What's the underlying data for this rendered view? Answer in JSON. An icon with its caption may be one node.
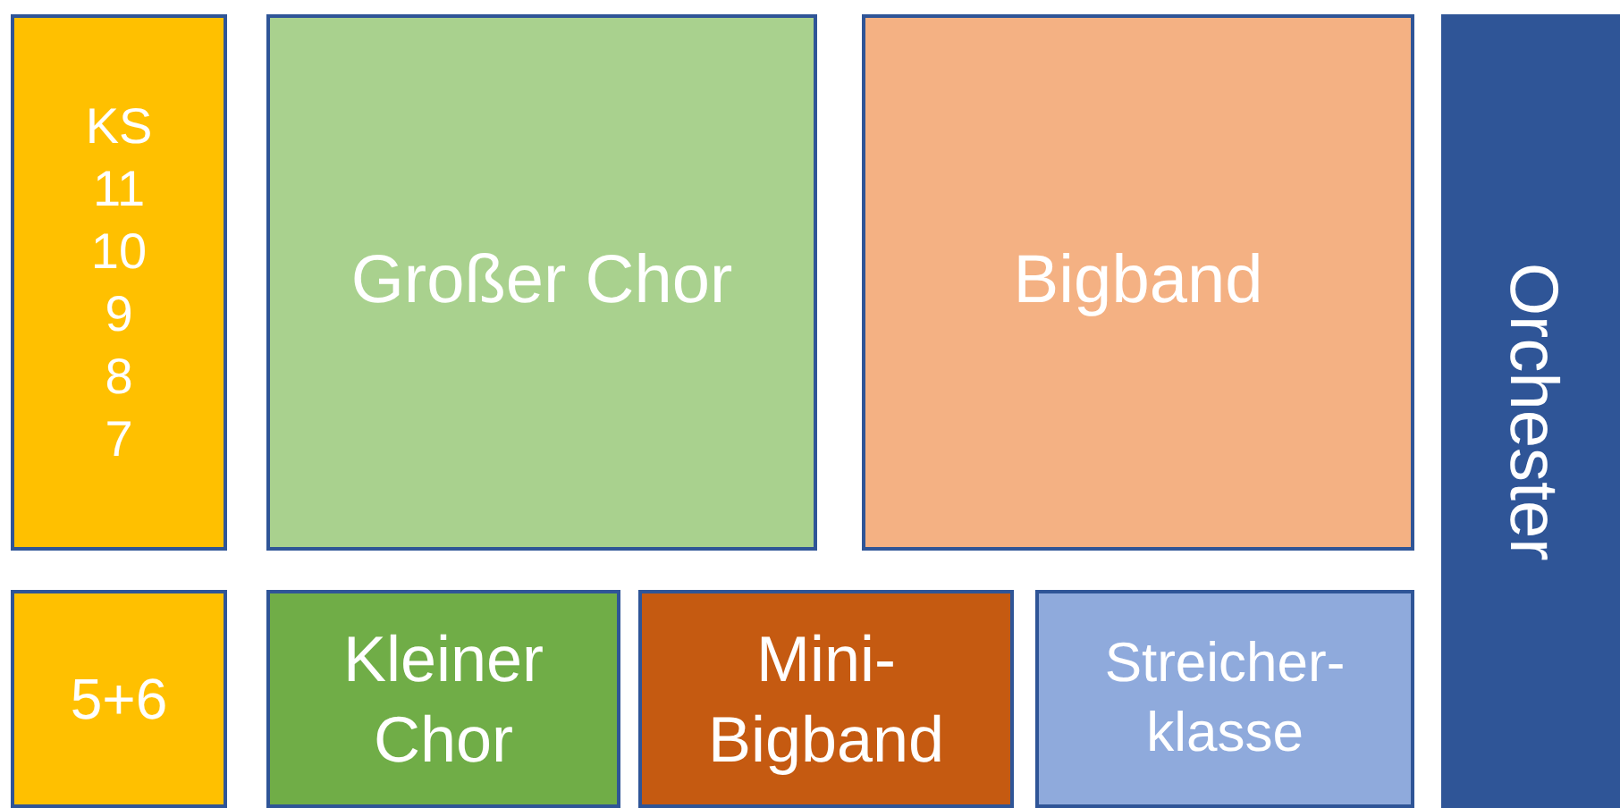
{
  "diagram": {
    "nodes": [
      {
        "text": [
          "KS",
          "11",
          "10",
          "9",
          "8",
          "7"
        ]
      },
      {
        "text": [
          "Großer Chor"
        ]
      },
      {
        "text": [
          "Bigband"
        ]
      },
      {
        "text": [
          "Orchester"
        ]
      },
      {
        "text": [
          "5+6"
        ]
      },
      {
        "text": [
          "Kleiner Chor"
        ]
      },
      {
        "text": [
          "Mini- Bigband"
        ]
      },
      {
        "text": [
          "Streicher- klasse"
        ]
      }
    ]
  }
}
